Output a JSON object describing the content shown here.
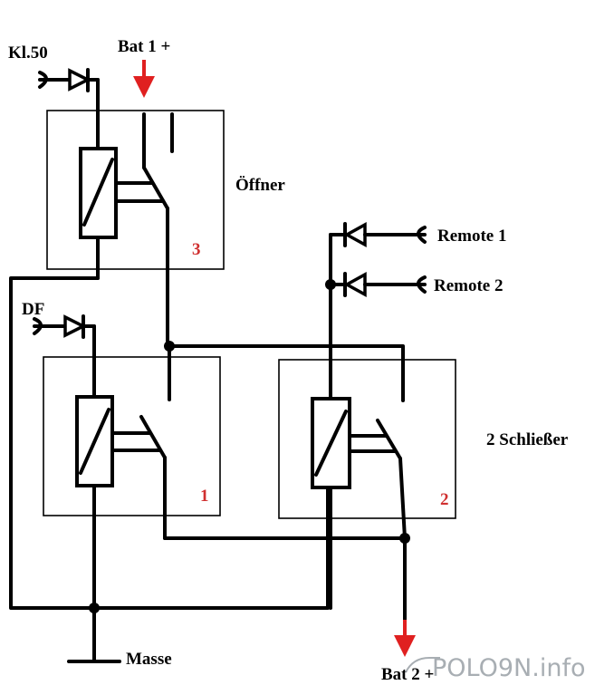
{
  "labels": {
    "kl50": "Kl.50",
    "bat1": "Bat 1 +",
    "oeffner": "Öffner",
    "df": "DF",
    "remote1": "Remote 1",
    "remote2": "Remote 2",
    "schliesser": "2 Schließer",
    "masse": "Masse",
    "bat2": "Bat 2 +"
  },
  "relays": {
    "relay3": "3",
    "relay1": "1",
    "relay2": "2"
  },
  "watermark": {
    "prefix": "POLO",
    "brand": "9N",
    "suffix": ".info"
  },
  "colors": {
    "wire": "#000000",
    "arrow": "#e02020",
    "relay_number": "#d03030",
    "watermark": "#9aa0a6"
  }
}
